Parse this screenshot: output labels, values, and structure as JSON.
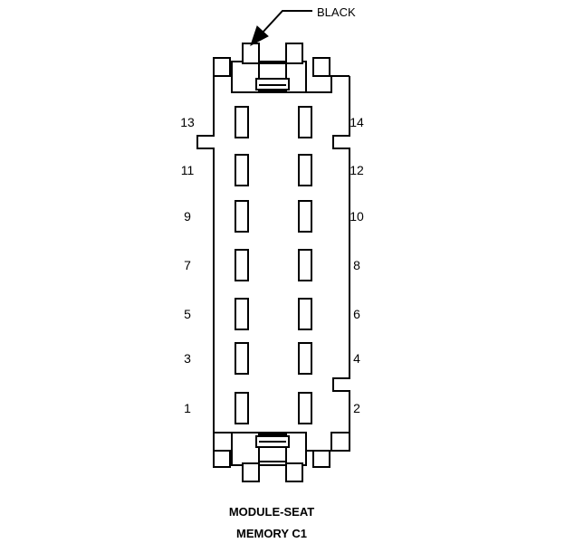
{
  "connector": {
    "wire_color_label": "BLACK",
    "caption_line1": "MODULE-SEAT",
    "caption_line2": "MEMORY C1",
    "pins": [
      {
        "number": "13",
        "side": "left",
        "row": 0
      },
      {
        "number": "14",
        "side": "right",
        "row": 0
      },
      {
        "number": "11",
        "side": "left",
        "row": 1
      },
      {
        "number": "12",
        "side": "right",
        "row": 1
      },
      {
        "number": "9",
        "side": "left",
        "row": 2
      },
      {
        "number": "10",
        "side": "right",
        "row": 2
      },
      {
        "number": "7",
        "side": "left",
        "row": 3
      },
      {
        "number": "8",
        "side": "right",
        "row": 3
      },
      {
        "number": "5",
        "side": "left",
        "row": 4
      },
      {
        "number": "6",
        "side": "right",
        "row": 4
      },
      {
        "number": "3",
        "side": "left",
        "row": 5
      },
      {
        "number": "4",
        "side": "right",
        "row": 5
      },
      {
        "number": "1",
        "side": "left",
        "row": 6
      },
      {
        "number": "2",
        "side": "right",
        "row": 6
      }
    ]
  }
}
